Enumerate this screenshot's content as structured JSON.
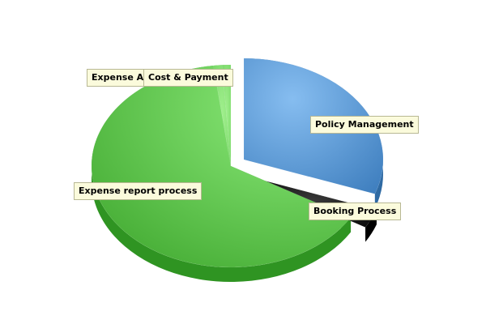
{
  "chart_data": {
    "type": "pie",
    "style": "3d-exploded",
    "legend": "none",
    "slices": [
      {
        "label": "Policy Management",
        "value": 30.5,
        "color": "#5b9bd5"
      },
      {
        "label": "Booking Process",
        "value": 3.0,
        "color": "#1a1a1a"
      },
      {
        "label": "Expense report process",
        "value": 64.5,
        "color": "#5cc34a"
      },
      {
        "label": "Expense Approval",
        "value": 1.0,
        "color": "#7bd86a"
      },
      {
        "label": "Cost & Payment",
        "value": 1.0,
        "color": "#8fe37c"
      }
    ]
  }
}
